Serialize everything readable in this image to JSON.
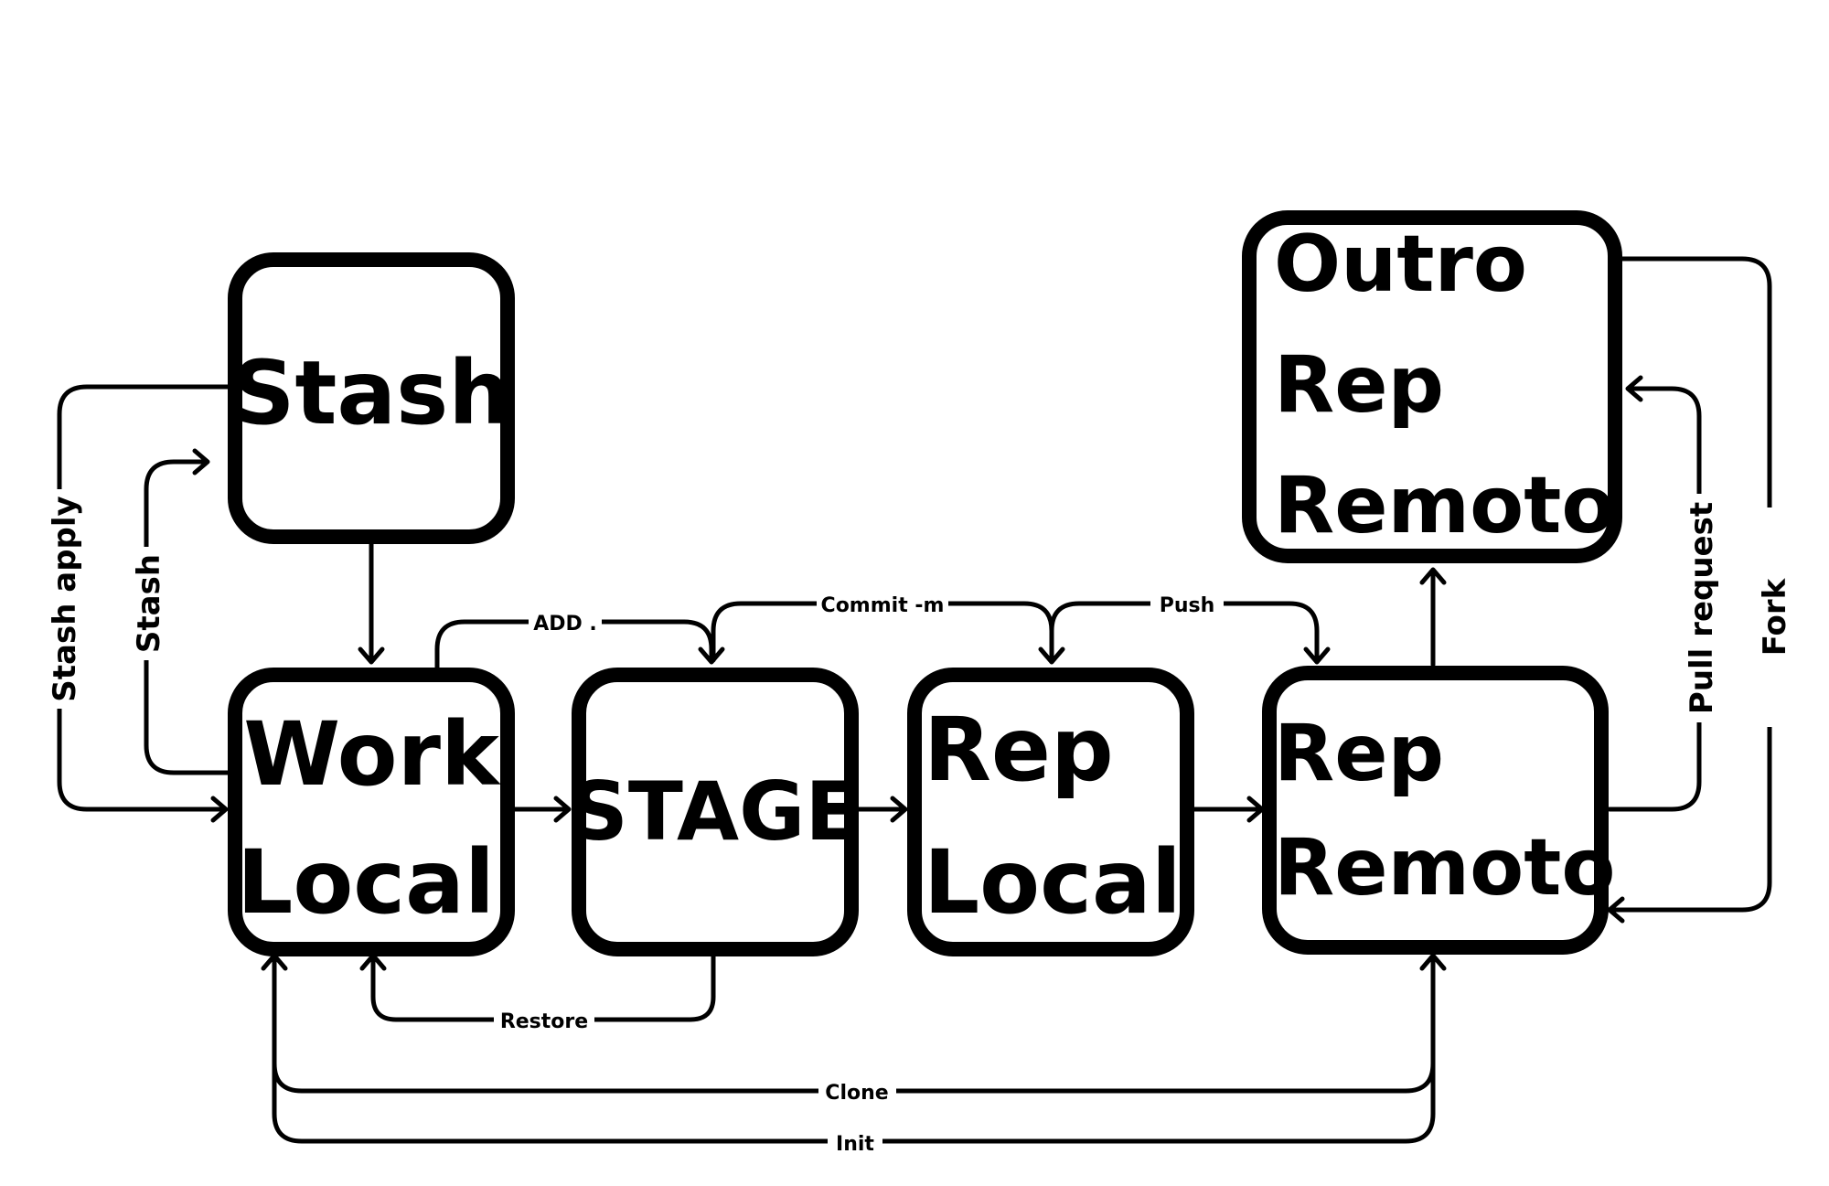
{
  "nodes": {
    "stash": "Stash",
    "work_local": [
      "Work",
      "Local"
    ],
    "stage": "STAGE",
    "rep_local": [
      "Rep",
      "Local"
    ],
    "rep_remoto": [
      "Rep",
      "Remoto"
    ],
    "outro_rep_remoto": [
      "Outro",
      "Rep",
      "Remoto"
    ]
  },
  "edges": {
    "stash_apply": "Stash apply",
    "stash": "Stash",
    "add": "ADD .",
    "commit": "Commit -m",
    "push": "Push",
    "restore": "Restore",
    "clone": "Clone",
    "init": "Init",
    "pull_request": "Pull request",
    "fork": "Fork"
  }
}
